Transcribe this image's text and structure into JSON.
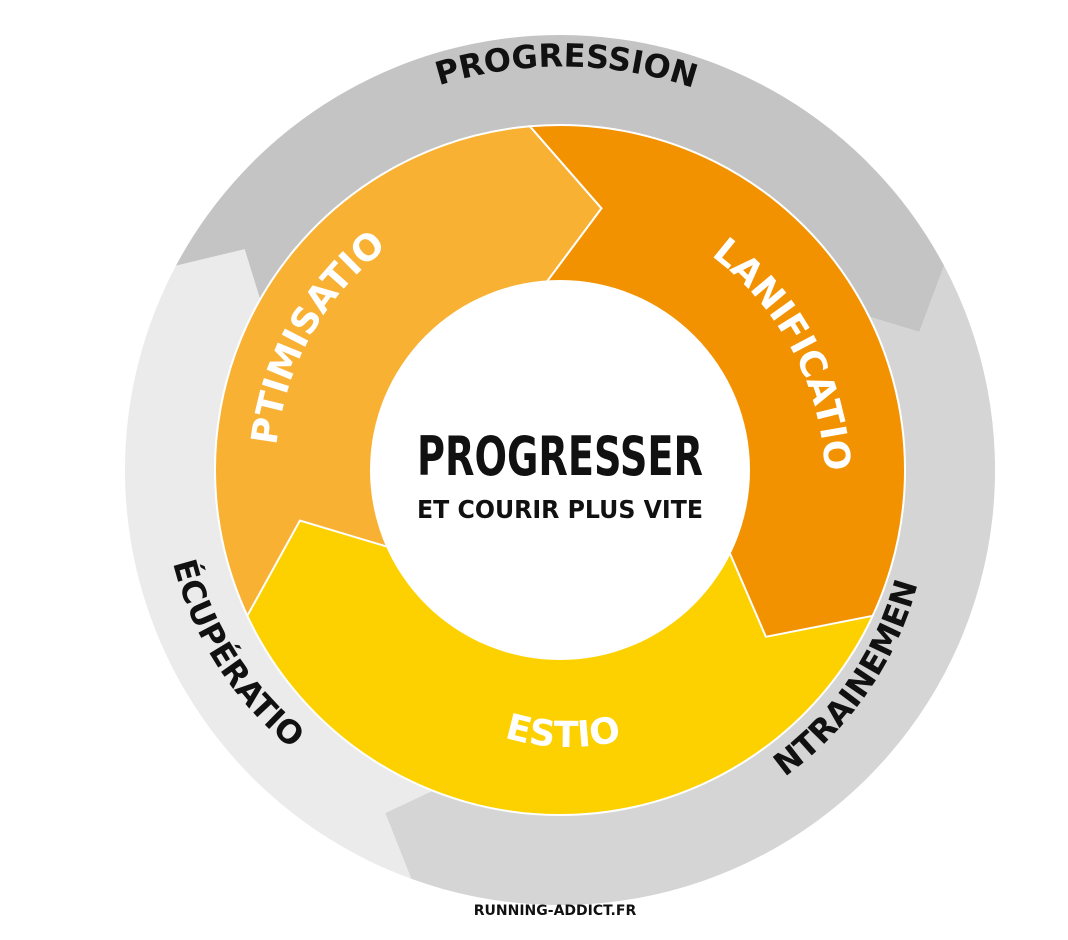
{
  "center": {
    "title": "PROGRESSER",
    "subtitle": "ET COURIR PLUS VITE"
  },
  "outer_ring": [
    {
      "label": "PROGRESSION",
      "color": "#c4c4c4"
    },
    {
      "label": "ENTRAINEMENT",
      "color": "#d5d5d5"
    },
    {
      "label": "RÉCUPÉRATION",
      "color": "#ebebeb"
    }
  ],
  "inner_ring": [
    {
      "label": "PLANIFICATION",
      "color": "#f39200"
    },
    {
      "label": "GESTION",
      "color": "#fdd100"
    },
    {
      "label": "OPTIMISATION",
      "color": "#f8b133"
    }
  ],
  "credit": "RUNNING-ADDICT.FR"
}
